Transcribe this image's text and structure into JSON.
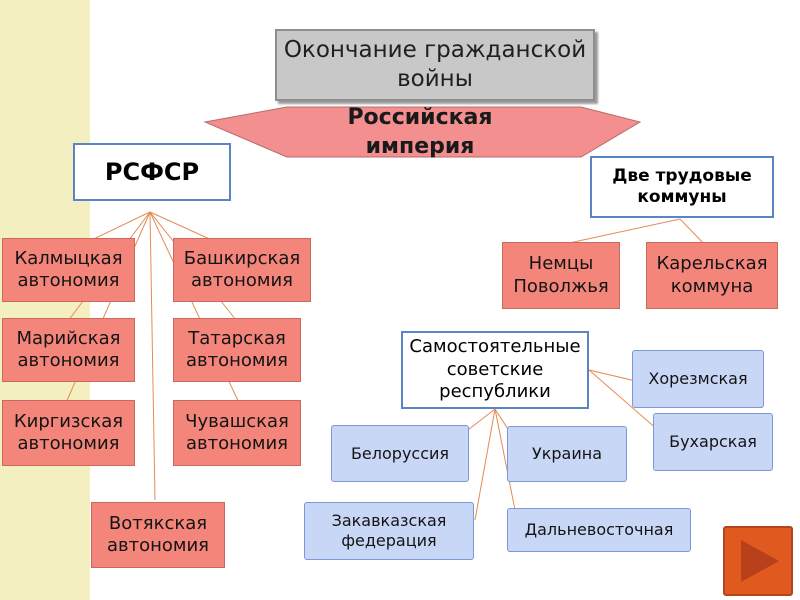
{
  "title": "Окончание гражданской войны",
  "empire": "Российская империя",
  "rsfsr": "РСФСР",
  "communes": {
    "title": "Две трудовые коммуны",
    "items": [
      "Немцы Поволжья",
      "Карельская коммуна"
    ]
  },
  "autonomies": [
    "Калмыцкая автономия",
    "Башкирская автономия",
    "Марийская автономия",
    "Татарская автономия",
    "Киргизская автономия",
    "Чувашская автономия",
    "Вотякская автономия"
  ],
  "soviet": {
    "title": "Самостоятельные советские республики",
    "items": [
      "Хорезмская",
      "Бухарская",
      "Белоруссия",
      "Украина",
      "Закавказская федерация",
      "Дальневосточная"
    ]
  },
  "colors": {
    "salmon": "#f4857a",
    "blue": "#c9d7f7",
    "border_blue": "#5a84c4",
    "nav_orange": "#e05a20"
  },
  "icons": {
    "nav": "play-arrow-icon"
  }
}
